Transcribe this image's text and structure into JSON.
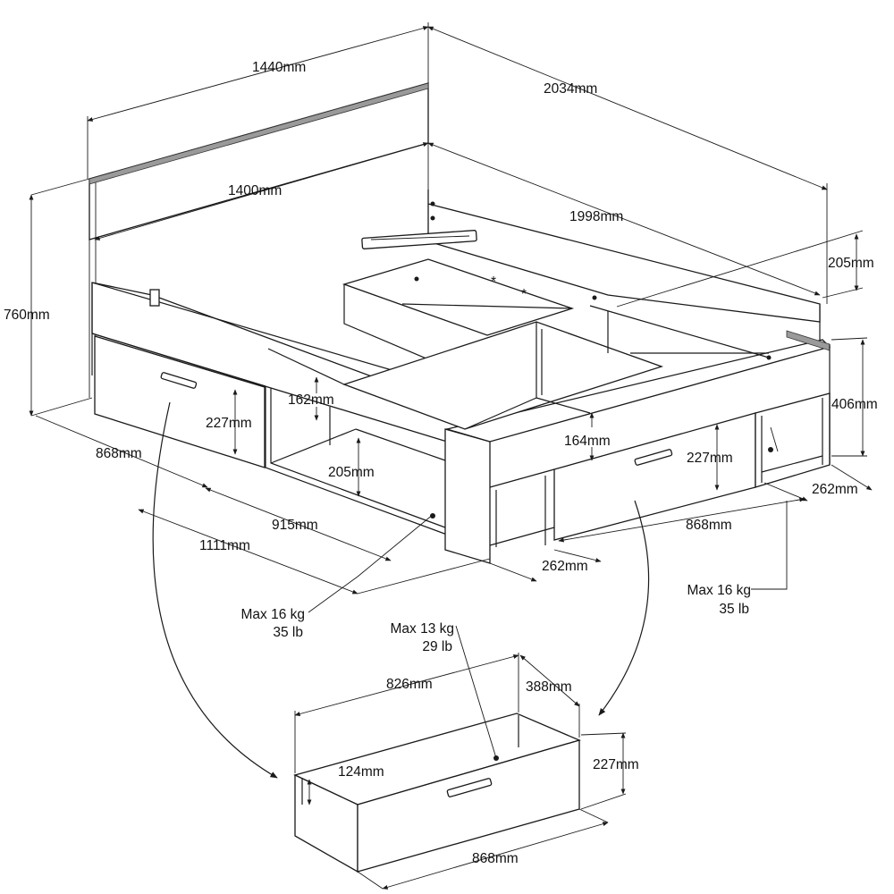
{
  "dimensions": {
    "overall_width": "1440mm",
    "overall_length": "2034mm",
    "mattress_width": "1400mm",
    "mattress_length": "1998mm",
    "headboard_height": "760mm",
    "frame_height": "406mm",
    "top_clearance": "205mm",
    "left_drawer_width": "868mm",
    "left_drawer_height": "227mm",
    "left_shelf_top": "162mm",
    "left_shelf_height": "205mm",
    "left_compartment": "915mm",
    "left_side_total": "1111mm",
    "front_drawer_height": "227mm",
    "front_shelf_top": "164mm",
    "front_drawer_width": "868mm",
    "front_shelf_depth": "262mm",
    "right_shelf_depth": "262mm"
  },
  "loads": {
    "left_shelf_kg": "Max 16 kg",
    "left_shelf_lb": "35 lb",
    "right_shelf_kg": "Max 16 kg",
    "right_shelf_lb": "35 lb",
    "drawer_kg": "Max 13 kg",
    "drawer_lb": "29 lb"
  },
  "drawer_detail": {
    "length": "826mm",
    "depth": "388mm",
    "inner_height": "124mm",
    "height": "227mm",
    "front_width": "868mm"
  }
}
